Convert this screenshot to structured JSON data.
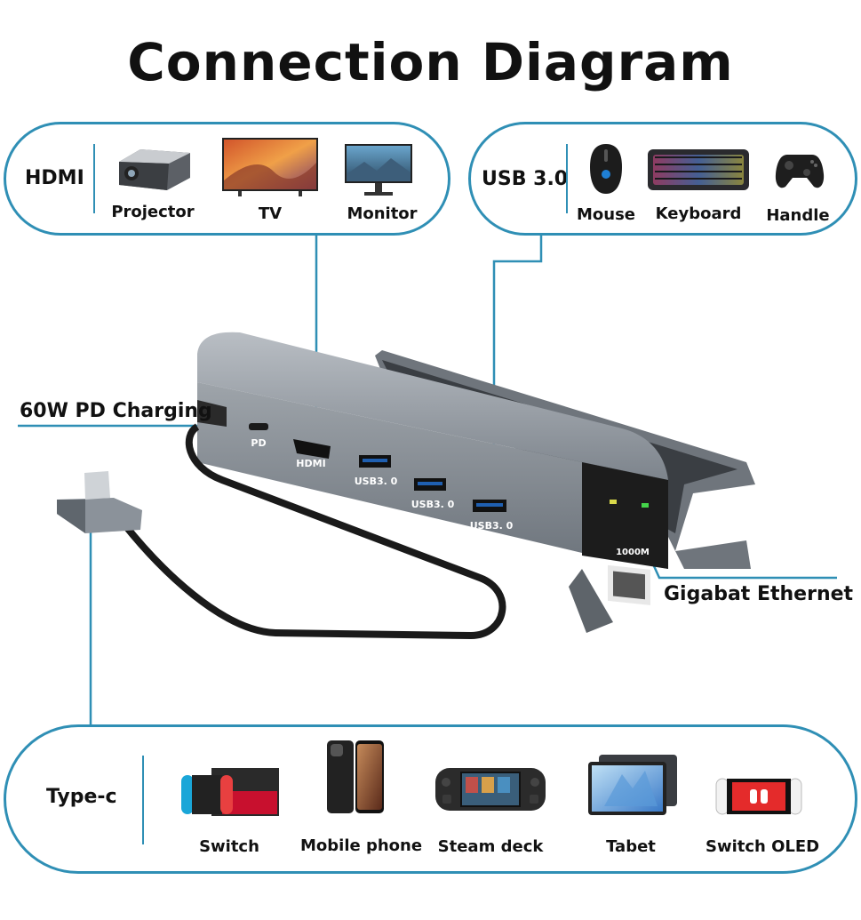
{
  "title": "Connection Diagram",
  "colors": {
    "accent": "#2f8fb5",
    "hub": "#8b929a",
    "dark": "#1e1e1e"
  },
  "hdmi_panel": {
    "label": "HDMI",
    "devices": [
      {
        "label": "Projector",
        "icon": "projector-icon"
      },
      {
        "label": "TV",
        "icon": "tv-icon"
      },
      {
        "label": "Monitor",
        "icon": "monitor-icon"
      }
    ]
  },
  "usb_panel": {
    "label": "USB 3.0",
    "devices": [
      {
        "label": "Mouse",
        "icon": "mouse-icon"
      },
      {
        "label": "Keyboard",
        "icon": "keyboard-icon"
      },
      {
        "label": "Handle",
        "icon": "gamepad-icon"
      }
    ]
  },
  "typec_panel": {
    "label": "Type-c",
    "devices": [
      {
        "label": "Switch",
        "icon": "switch-console-icon"
      },
      {
        "label": "Mobile phone",
        "icon": "phone-icon"
      },
      {
        "label": "Steam deck",
        "icon": "steam-deck-icon"
      },
      {
        "label": "Tabet",
        "icon": "tablet-icon"
      },
      {
        "label": "Switch OLED",
        "icon": "switch-oled-icon"
      }
    ]
  },
  "callouts": {
    "pd": "60W PD Charging",
    "ethernet": "Gigabat Ethernet"
  },
  "hub_port_labels": {
    "pd": "PD",
    "hdmi": "HDMI",
    "usb1": "USB3. 0",
    "usb2": "USB3. 0",
    "usb3": "USB3. 0",
    "rj45": "1000M"
  }
}
